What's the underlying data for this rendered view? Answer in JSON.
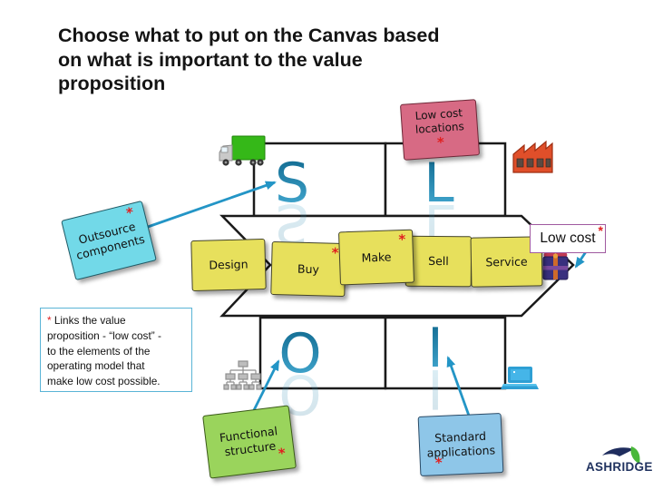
{
  "slide": {
    "title_lines": [
      "Choose what to put on the Canvas based",
      "on what is important to the value",
      "proposition"
    ]
  },
  "asterisk": "*",
  "canvas_letters": {
    "s": "S",
    "l": "L",
    "o": "O",
    "i": "I"
  },
  "chain_notes": [
    {
      "label": "Design",
      "has_asterisk": false
    },
    {
      "label": "Buy",
      "has_asterisk": true
    },
    {
      "label": "Make",
      "has_asterisk": true
    },
    {
      "label": "Sell",
      "has_asterisk": false
    },
    {
      "label": "Service",
      "has_asterisk": false
    }
  ],
  "sticky_notes": {
    "low_cost_locations": "Low cost locations",
    "outsource_components": "Outsource components",
    "functional_structure": "Functional structure",
    "standard_applications": "Standard applications"
  },
  "low_cost_label": "Low cost",
  "footnote": {
    "asterisk": "*",
    "line1": "Links the value",
    "line2": "proposition - “low cost” -",
    "line3": "to the elements of the",
    "line4": "operating model that",
    "line5": "make low cost possible."
  },
  "logo": "ASHRIDGE",
  "icons": {
    "truck": "truck-icon",
    "factory": "factory-icon",
    "org_chart": "org-chart-icon",
    "laptop": "laptop-icon",
    "gift": "gift-icon",
    "logo_mark": "ashridge-logo-mark"
  },
  "colors": {
    "arrow": "#2395c6",
    "letter_top": "#0c648a",
    "letter_bottom": "#49b0d8",
    "note_yellow": "#e7e05c",
    "note_pink": "#d76a84",
    "note_cyan": "#72d9e8",
    "note_green": "#9ad45c",
    "note_blue": "#8ec6e8",
    "asterisk_red": "#e02020",
    "footnote_border": "#5ab4d6",
    "low_cost_border": "#a05aa0",
    "logo_navy": "#20325f",
    "logo_green": "#49b83a"
  }
}
